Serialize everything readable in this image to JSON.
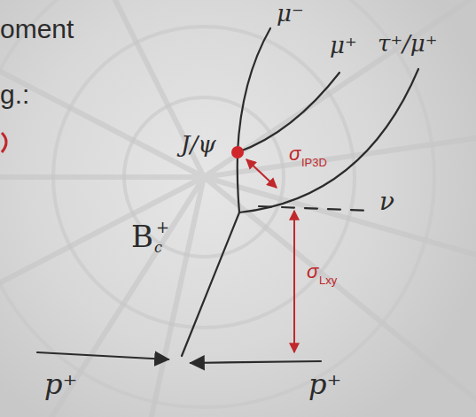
{
  "diagram": {
    "labels": [
      "oment",
      "g.:",
      "μ⁻",
      "μ⁺",
      "τ⁺/μ⁺",
      "J/ψ",
      "ν",
      "B",
      "c",
      "+",
      "σ",
      "IP3D",
      "σ",
      "Lxy",
      "p⁺",
      "p⁺"
    ]
  }
}
